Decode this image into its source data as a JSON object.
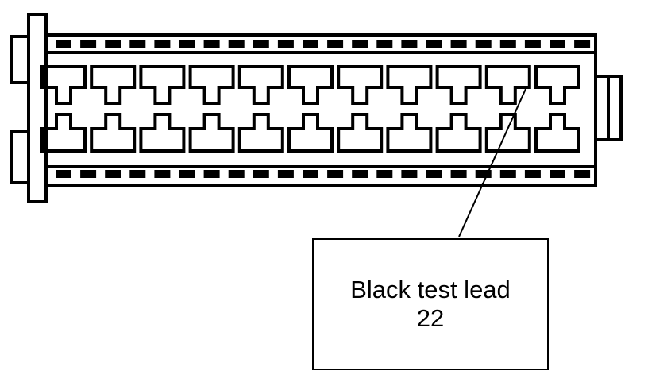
{
  "diagram": {
    "colors": {
      "stroke": "#000000",
      "background": "#ffffff"
    },
    "connector": {
      "pin_columns": 11,
      "pin_rows": 2
    },
    "callout": {
      "line1": "Black test lead",
      "line2": "22",
      "target_row": 1,
      "target_column": 10
    }
  }
}
